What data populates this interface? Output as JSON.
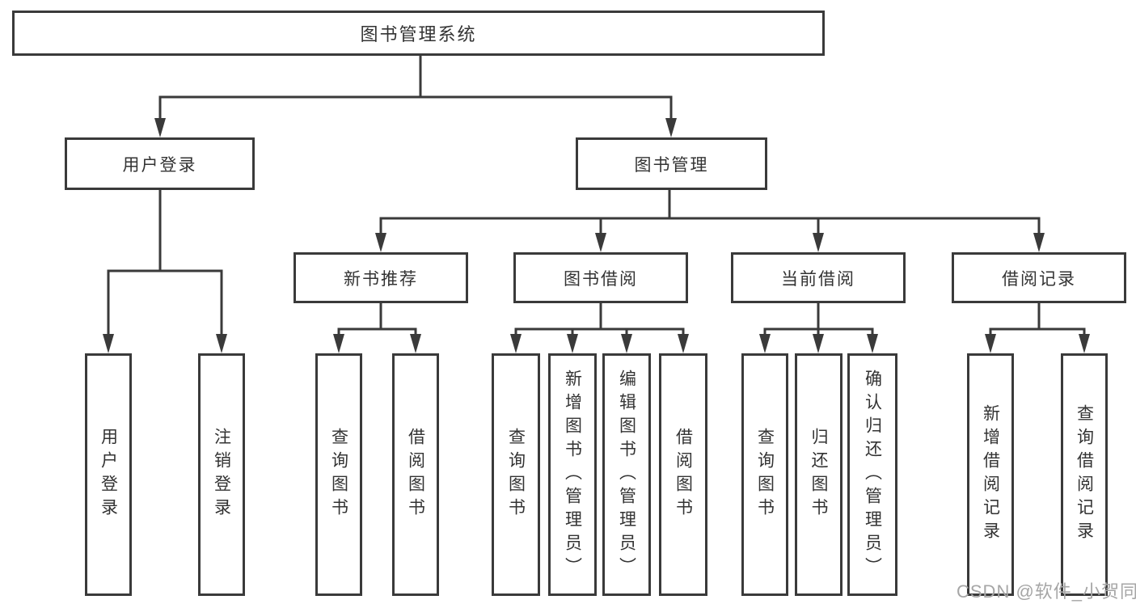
{
  "tree": {
    "label": "图书管理系统",
    "children": [
      {
        "label": "用户登录",
        "children": [
          {
            "label": "用户登录"
          },
          {
            "label": "注销登录"
          }
        ]
      },
      {
        "label": "图书管理",
        "children": [
          {
            "label": "新书推荐",
            "children": [
              {
                "label": "查询图书"
              },
              {
                "label": "借阅图书"
              }
            ]
          },
          {
            "label": "图书借阅",
            "children": [
              {
                "label": "查询图书"
              },
              {
                "label": "新增图书（管理员）"
              },
              {
                "label": "编辑图书（管理员）"
              },
              {
                "label": "借阅图书"
              }
            ]
          },
          {
            "label": "当前借阅",
            "children": [
              {
                "label": "查询图书"
              },
              {
                "label": "归还图书"
              },
              {
                "label": "确认归还（管理员）"
              }
            ]
          },
          {
            "label": "借阅记录",
            "children": [
              {
                "label": "新增借阅记录"
              },
              {
                "label": "查询借阅记录"
              }
            ]
          }
        ]
      }
    ]
  },
  "watermark": {
    "text": "CSDN @软件_小贺同学"
  },
  "colors": {
    "line": "#3a3a3a",
    "text": "#333333",
    "box_background": "#ffffff",
    "watermark": "#a6a6a6",
    "background": "#ffffff"
  }
}
